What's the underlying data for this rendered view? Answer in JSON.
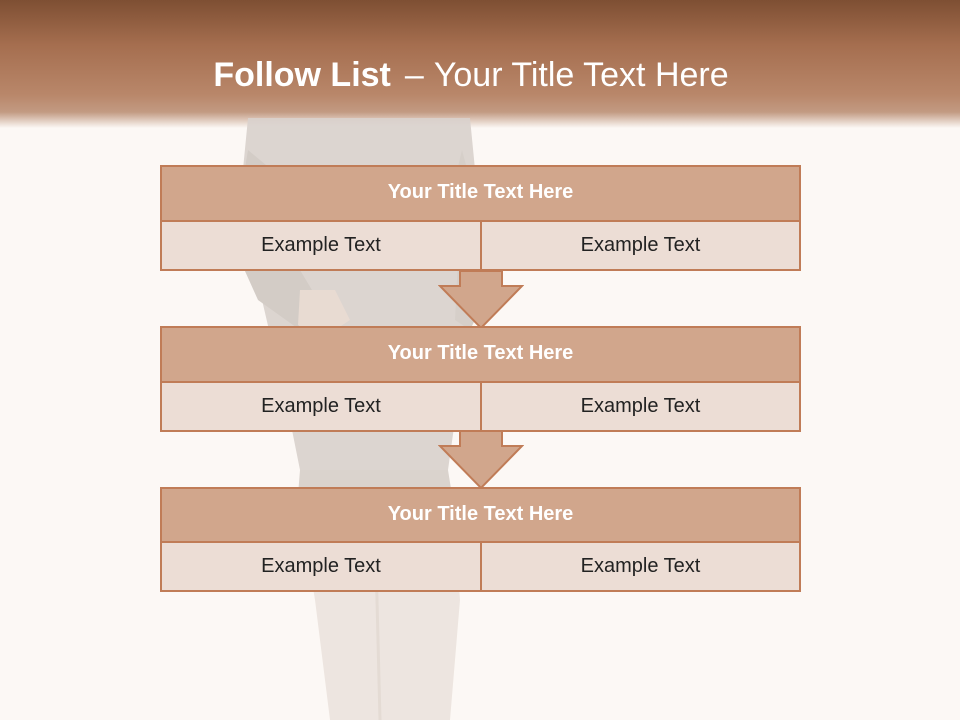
{
  "slide": {
    "title_bold": "Follow List",
    "title_dash": "–",
    "title_rest": "Your Title Text Here"
  },
  "blocks": [
    {
      "title": "Your Title Text Here",
      "left_text": "Example Text",
      "right_text": "Example Text"
    },
    {
      "title": "Your Title Text Here",
      "left_text": "Example Text",
      "right_text": "Example Text"
    },
    {
      "title": "Your Title Text Here",
      "left_text": "Example Text",
      "right_text": "Example Text"
    }
  ],
  "colors": {
    "header_band": "#a56e4f",
    "block_title_fill": "#d1a68c",
    "block_cell_fill": "#ecddd5",
    "block_border": "#c07c57",
    "background": "#fcf8f5"
  }
}
